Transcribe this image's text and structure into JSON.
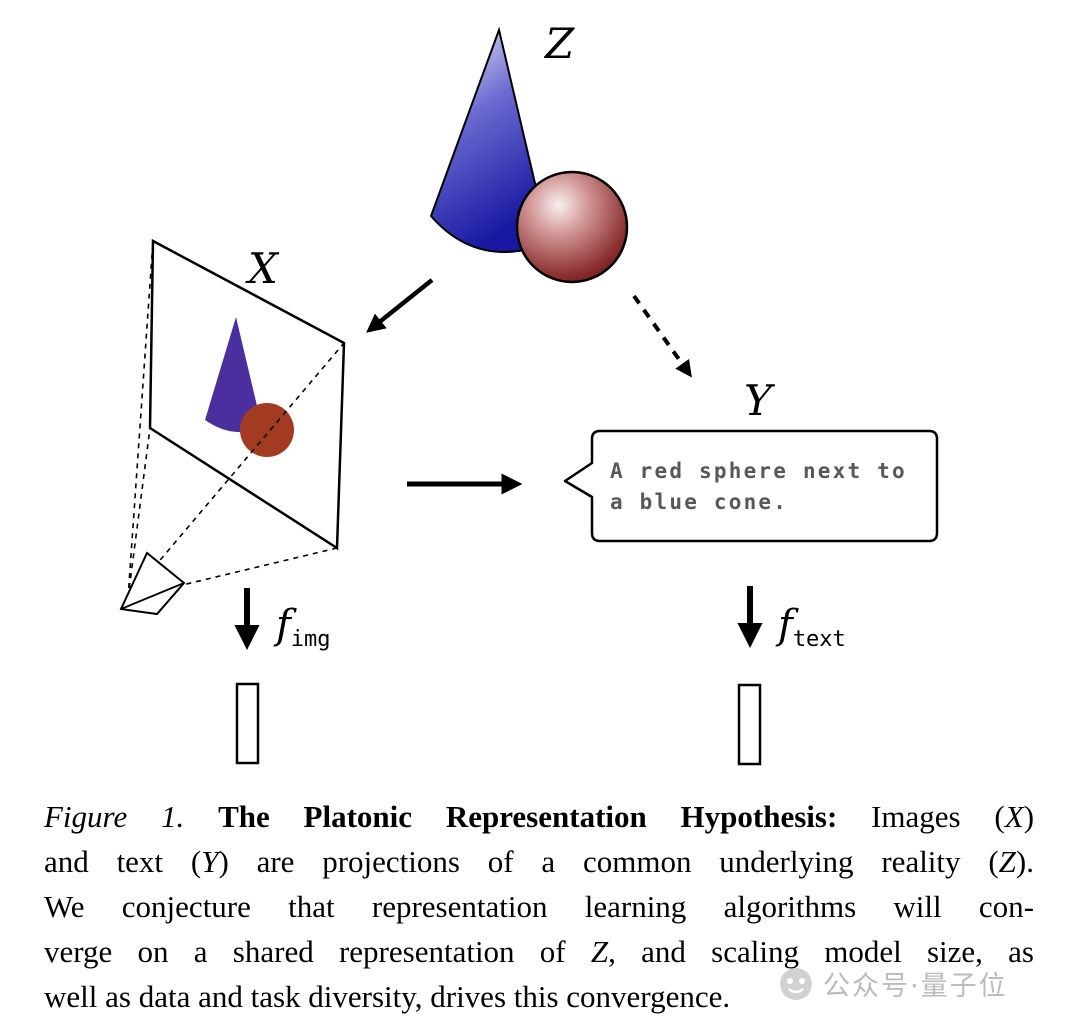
{
  "figure": {
    "labels": {
      "z": "Z",
      "x": "X",
      "y": "Y"
    },
    "encoders": {
      "img": {
        "base": "f",
        "sub": "img"
      },
      "text": {
        "base": "f",
        "sub": "text"
      }
    },
    "speech_bubble": {
      "line1": "A red sphere next to",
      "line2": "a blue cone."
    },
    "colors": {
      "cone_grad": [
        "#ecebfa",
        "#6a6ad0",
        "#1818a2"
      ],
      "sphere_grad": [
        "#f8efee",
        "#d09292",
        "#8c3030",
        "#641b1b"
      ],
      "cone_2d": "#4b2f9f",
      "sphere_2d": "#a33b22",
      "bubble_text": "#58585c",
      "ink": "#000000"
    }
  },
  "caption": {
    "lines": [
      [
        "Figure 1. ",
        "The Platonic Representation Hypothesis:",
        " Images (",
        "X",
        ")"
      ],
      [
        "and text (",
        "Y",
        ") are projections of a common underlying reality (",
        "Z",
        ")."
      ],
      [
        "We conjecture that representation learning algorithms will con-"
      ],
      [
        "verge on a shared representation of ",
        "Z",
        ", and scaling model size, as"
      ],
      [
        "well as data and task diversity, drives this convergence."
      ]
    ]
  },
  "watermark": {
    "text": "公众号·量子位"
  }
}
